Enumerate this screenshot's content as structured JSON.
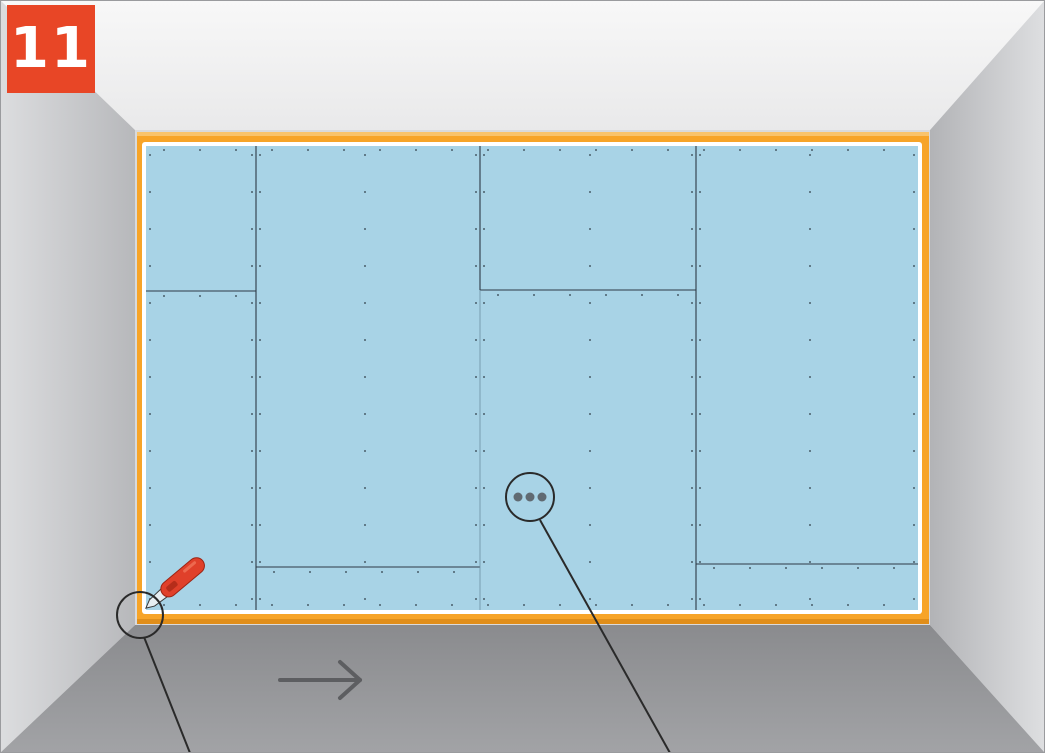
{
  "step": {
    "number": "11"
  },
  "colors": {
    "badge": "#e84626",
    "ceiling": "#f1f1f1",
    "walls": "#c8c9cb",
    "floor": "#8d8e91",
    "panels": "#a8d3e6",
    "tape_border": "#f7a428",
    "seam_lines": "#2e3a45",
    "knife_handle": "#e0402a"
  },
  "icons": {
    "arrow": "right-arrow-icon",
    "knife": "utility-knife-icon",
    "staples": "staple-dots-icon"
  },
  "callouts": [
    {
      "name": "knife-callout",
      "icon": "utility-knife-icon"
    },
    {
      "name": "staples-callout",
      "icon": "staple-dots-icon"
    }
  ]
}
